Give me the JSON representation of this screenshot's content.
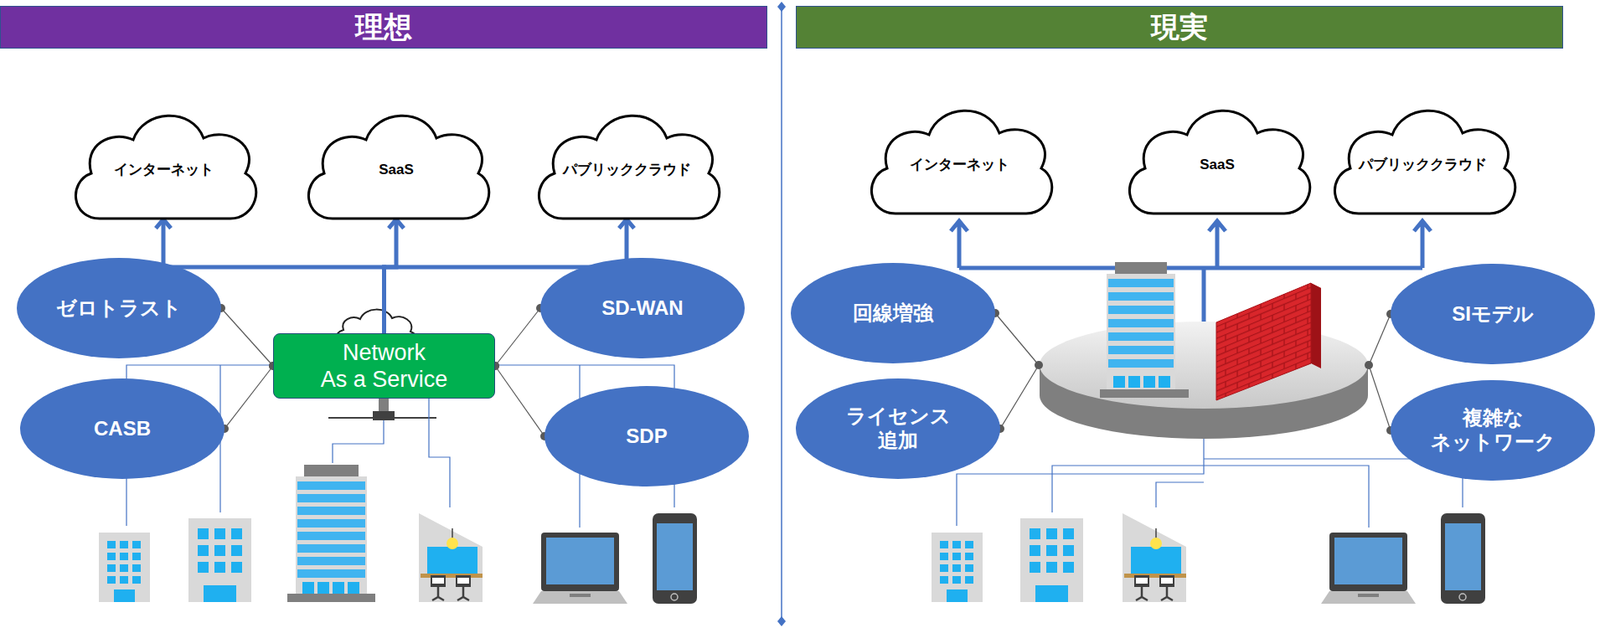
{
  "diagram": {
    "nodes": [
      {
        "text": [
          "理想"
        ]
      },
      {
        "text": [
          "現実"
        ]
      },
      {
        "text": [
          "インターネット"
        ]
      },
      {
        "text": [
          "SaaS"
        ]
      },
      {
        "text": [
          "パブリッククラウド"
        ]
      },
      {
        "text": [
          "ゼロトラスト"
        ]
      },
      {
        "text": [
          "SD-WAN"
        ]
      },
      {
        "text": [
          "Network As a Service"
        ]
      },
      {
        "text": [
          "CASB"
        ]
      },
      {
        "text": [
          "SDP"
        ]
      },
      {
        "text": [
          "インターネット"
        ]
      },
      {
        "text": [
          "SaaS"
        ]
      },
      {
        "text": [
          "パブリッククラウド"
        ]
      },
      {
        "text": [
          "回線増強"
        ]
      },
      {
        "text": [
          "SIモデル"
        ]
      },
      {
        "text": [
          "ライセンス 追加"
        ]
      },
      {
        "text": [
          "複雑な ネットワーク"
        ]
      }
    ],
    "edges": [
      {
        "from": 7,
        "to": 2,
        "arrow": "to"
      },
      {
        "from": 7,
        "to": 3,
        "arrow": "to"
      },
      {
        "from": 7,
        "to": 4,
        "arrow": "to"
      },
      {
        "from": 5,
        "to": 7,
        "arrow": "none"
      },
      {
        "from": 6,
        "to": 7,
        "arrow": "none"
      },
      {
        "from": 8,
        "to": 7,
        "arrow": "none"
      },
      {
        "from": 9,
        "to": 7,
        "arrow": "none"
      }
    ]
  }
}
